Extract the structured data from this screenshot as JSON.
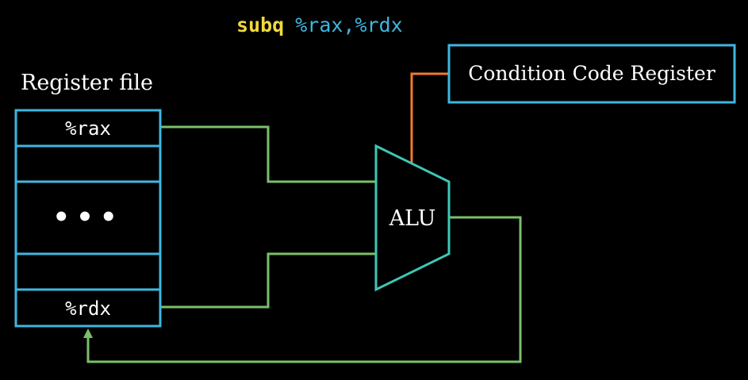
{
  "instruction": {
    "opcode": "subq",
    "operands": "%rax,%rdx"
  },
  "register_file": {
    "title": "Register file",
    "rows": [
      "%rax",
      "",
      "•••",
      "",
      "%rdx"
    ]
  },
  "alu": {
    "label": "ALU"
  },
  "condition_code_register": {
    "label": "Condition Code Register"
  },
  "colors": {
    "background": "#000000",
    "box_border": "#3fb6e0",
    "alu_border": "#3ec7b6",
    "wire_green": "#7bbf6a",
    "wire_orange": "#f07a2e",
    "opcode": "#f2d93a",
    "operands": "#3fb6e0",
    "text": "#ffffff"
  }
}
